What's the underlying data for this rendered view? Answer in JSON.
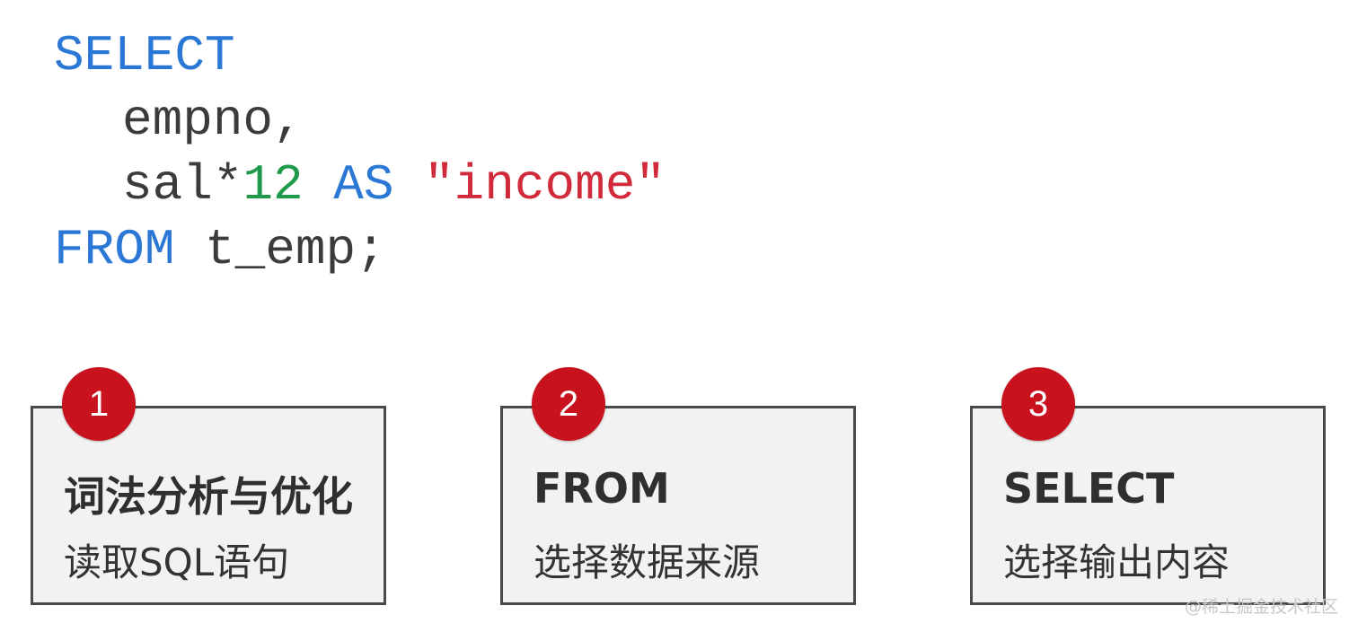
{
  "code": {
    "line1": {
      "keyword": "SELECT"
    },
    "line2": {
      "text": "empno,"
    },
    "line3": {
      "column": "sal*",
      "number": "12",
      "space1": " ",
      "keyword": "AS",
      "space2": " ",
      "string": "\"income\""
    },
    "line4": {
      "keyword": "FROM",
      "rest": " t_emp;"
    }
  },
  "colors": {
    "keyword": "#2a77d6",
    "number": "#1e9a4a",
    "string": "#d12a3a",
    "badge": "#c8121d"
  },
  "steps": [
    {
      "number": "1",
      "title": "词法分析与优化",
      "description": "读取SQL语句"
    },
    {
      "number": "2",
      "title": "FROM",
      "description": "选择数据来源"
    },
    {
      "number": "3",
      "title": "SELECT",
      "description": "选择输出内容"
    }
  ],
  "watermark": "@稀土掘金技术社区"
}
